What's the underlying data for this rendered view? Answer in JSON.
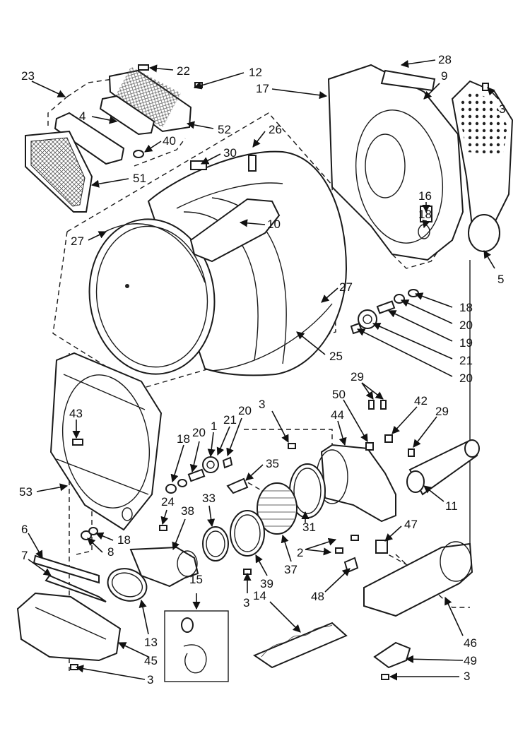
{
  "diagram": {
    "callouts": [
      {
        "id": "c22",
        "label": "22"
      },
      {
        "id": "c12",
        "label": "12"
      },
      {
        "id": "c23",
        "label": "23"
      },
      {
        "id": "c4",
        "label": "4"
      },
      {
        "id": "c52",
        "label": "52"
      },
      {
        "id": "c40",
        "label": "40"
      },
      {
        "id": "c26",
        "label": "26"
      },
      {
        "id": "c30",
        "label": "30"
      },
      {
        "id": "c51",
        "label": "51"
      },
      {
        "id": "c27a",
        "label": "27"
      },
      {
        "id": "c10",
        "label": "10"
      },
      {
        "id": "c27b",
        "label": "27"
      },
      {
        "id": "c25",
        "label": "25"
      },
      {
        "id": "c28",
        "label": "28"
      },
      {
        "id": "c9",
        "label": "9"
      },
      {
        "id": "c17",
        "label": "17"
      },
      {
        "id": "c3a",
        "label": "3"
      },
      {
        "id": "c16",
        "label": "16"
      },
      {
        "id": "c18a",
        "label": "18"
      },
      {
        "id": "c5",
        "label": "5"
      },
      {
        "id": "c18b",
        "label": "18"
      },
      {
        "id": "c20a",
        "label": "20"
      },
      {
        "id": "c19",
        "label": "19"
      },
      {
        "id": "c21a",
        "label": "21"
      },
      {
        "id": "c20b",
        "label": "20"
      },
      {
        "id": "c29a",
        "label": "29"
      },
      {
        "id": "c50",
        "label": "50"
      },
      {
        "id": "c42",
        "label": "42"
      },
      {
        "id": "c29b",
        "label": "29"
      },
      {
        "id": "c44",
        "label": "44"
      },
      {
        "id": "c43",
        "label": "43"
      },
      {
        "id": "c3b",
        "label": "3"
      },
      {
        "id": "c1",
        "label": "1"
      },
      {
        "id": "c21b",
        "label": "21"
      },
      {
        "id": "c20c",
        "label": "20"
      },
      {
        "id": "c18c",
        "label": "18"
      },
      {
        "id": "c20d",
        "label": "20"
      },
      {
        "id": "c35",
        "label": "35"
      },
      {
        "id": "c11",
        "label": "11"
      },
      {
        "id": "c53",
        "label": "53"
      },
      {
        "id": "c24",
        "label": "24"
      },
      {
        "id": "c38",
        "label": "38"
      },
      {
        "id": "c33",
        "label": "33"
      },
      {
        "id": "c31",
        "label": "31"
      },
      {
        "id": "c47",
        "label": "47"
      },
      {
        "id": "c6",
        "label": "6"
      },
      {
        "id": "c18d",
        "label": "18"
      },
      {
        "id": "c7",
        "label": "7"
      },
      {
        "id": "c8",
        "label": "8"
      },
      {
        "id": "c2",
        "label": "2"
      },
      {
        "id": "c37",
        "label": "37"
      },
      {
        "id": "c39",
        "label": "39"
      },
      {
        "id": "c48",
        "label": "48"
      },
      {
        "id": "c15",
        "label": "15"
      },
      {
        "id": "c3c",
        "label": "3"
      },
      {
        "id": "c14",
        "label": "14"
      },
      {
        "id": "c13",
        "label": "13"
      },
      {
        "id": "c45",
        "label": "45"
      },
      {
        "id": "c46",
        "label": "46"
      },
      {
        "id": "c49",
        "label": "49"
      },
      {
        "id": "c3d",
        "label": "3"
      },
      {
        "id": "c3e",
        "label": "3"
      }
    ]
  }
}
